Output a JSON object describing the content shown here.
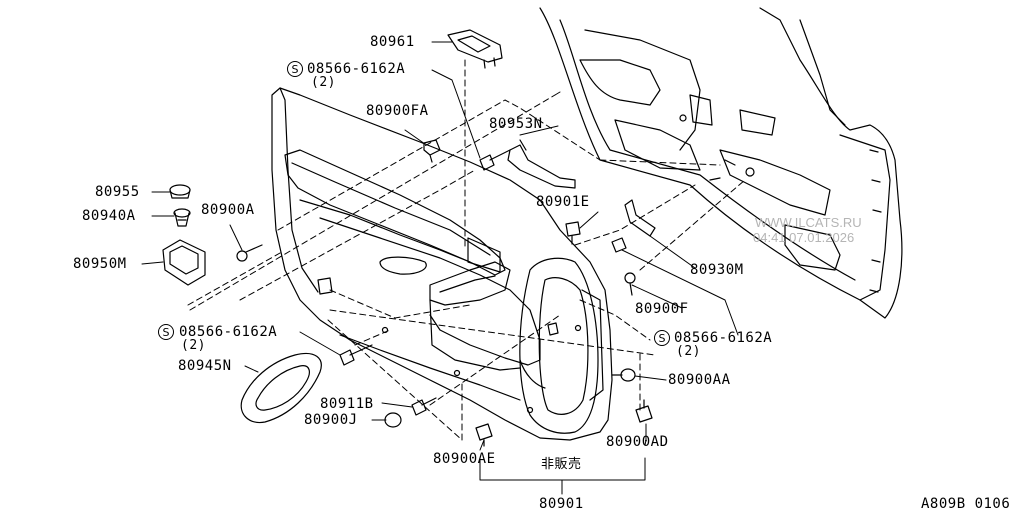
{
  "line_color": "#000000",
  "watermark_color": "#b5b5b5",
  "labels": {
    "p80961": "80961",
    "p08566_top": "08566-6162A",
    "p08566_top_qty": "(2)",
    "p80900FA": "80900FA",
    "p80953N": "80953N",
    "p80955": "80955",
    "p80940A": "80940A",
    "p80900A": "80900A",
    "p80901E": "80901E",
    "p80950M": "80950M",
    "p80930M": "80930M",
    "p80900F": "80900F",
    "p08566_left": "08566-6162A",
    "p08566_left_qty": "(2)",
    "p08566_right": "08566-6162A",
    "p08566_right_qty": "(2)",
    "p80945N": "80945N",
    "p80900AA": "80900AA",
    "p80911B": "80911B",
    "p80900J": "80900J",
    "p80900AD": "80900AD",
    "p80900AE": "80900AE",
    "not_for_sale": "非販売",
    "p80901": "80901",
    "diagram_code": "A809B 0106",
    "screw_symbol": "S"
  },
  "watermark": {
    "site": "WWW.ILCATS.RU",
    "timestamp": "04:41 07.01.2026"
  }
}
